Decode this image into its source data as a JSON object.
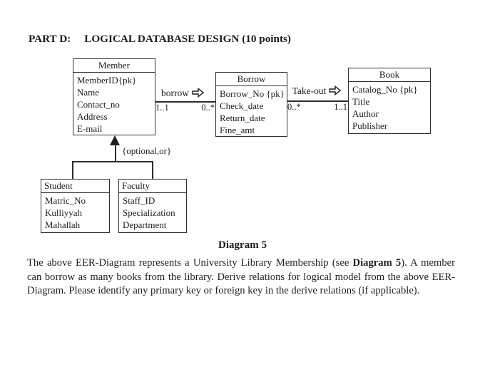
{
  "header": {
    "part_label": "PART D:",
    "title": "LOGICAL DATABASE DESIGN (10 points)"
  },
  "diagram": {
    "entities": {
      "member": {
        "name": "Member",
        "attributes": [
          "MemberID{pk}",
          "Name",
          "Contact_no",
          "Address",
          "E-mail"
        ]
      },
      "borrow": {
        "name": "Borrow",
        "attributes": [
          "Borrow_No {pk}",
          "Check_date",
          "Return_date",
          "Fine_amt"
        ]
      },
      "book": {
        "name": "Book",
        "attributes": [
          "Catalog_No {pk}",
          "Title",
          "Author",
          "Publisher"
        ]
      },
      "student": {
        "name": "Student",
        "attributes": [
          "Matric_No",
          "Kulliyyah",
          "Mahallah"
        ]
      },
      "faculty": {
        "name": "Faculty",
        "attributes": [
          "Staff_ID",
          "Specialization",
          "Department"
        ]
      }
    },
    "relationships": {
      "borrow": {
        "label": "borrow",
        "left_cardinality": "1..1",
        "right_cardinality": "0..*"
      },
      "take_out": {
        "label": "Take-out",
        "left_cardinality": "0..*",
        "right_cardinality": "1..1"
      }
    },
    "constraint": "{optional,or}",
    "icons": {
      "relationship_arrow": "open-right-arrow"
    }
  },
  "caption": "Diagram 5",
  "paragraph": {
    "before": "The above EER-Diagram represents a University Library Membership (see ",
    "bold": "Diagram 5",
    "after": "). A member can borrow as many books from the library. Derive relations for logical model from the above EER-Diagram. Please identify any primary key or foreign key in the derive relations (if applicable)."
  },
  "colors": {
    "ink": "#1c1c1c",
    "line": "#2b2b2b",
    "background": "#ffffff"
  }
}
